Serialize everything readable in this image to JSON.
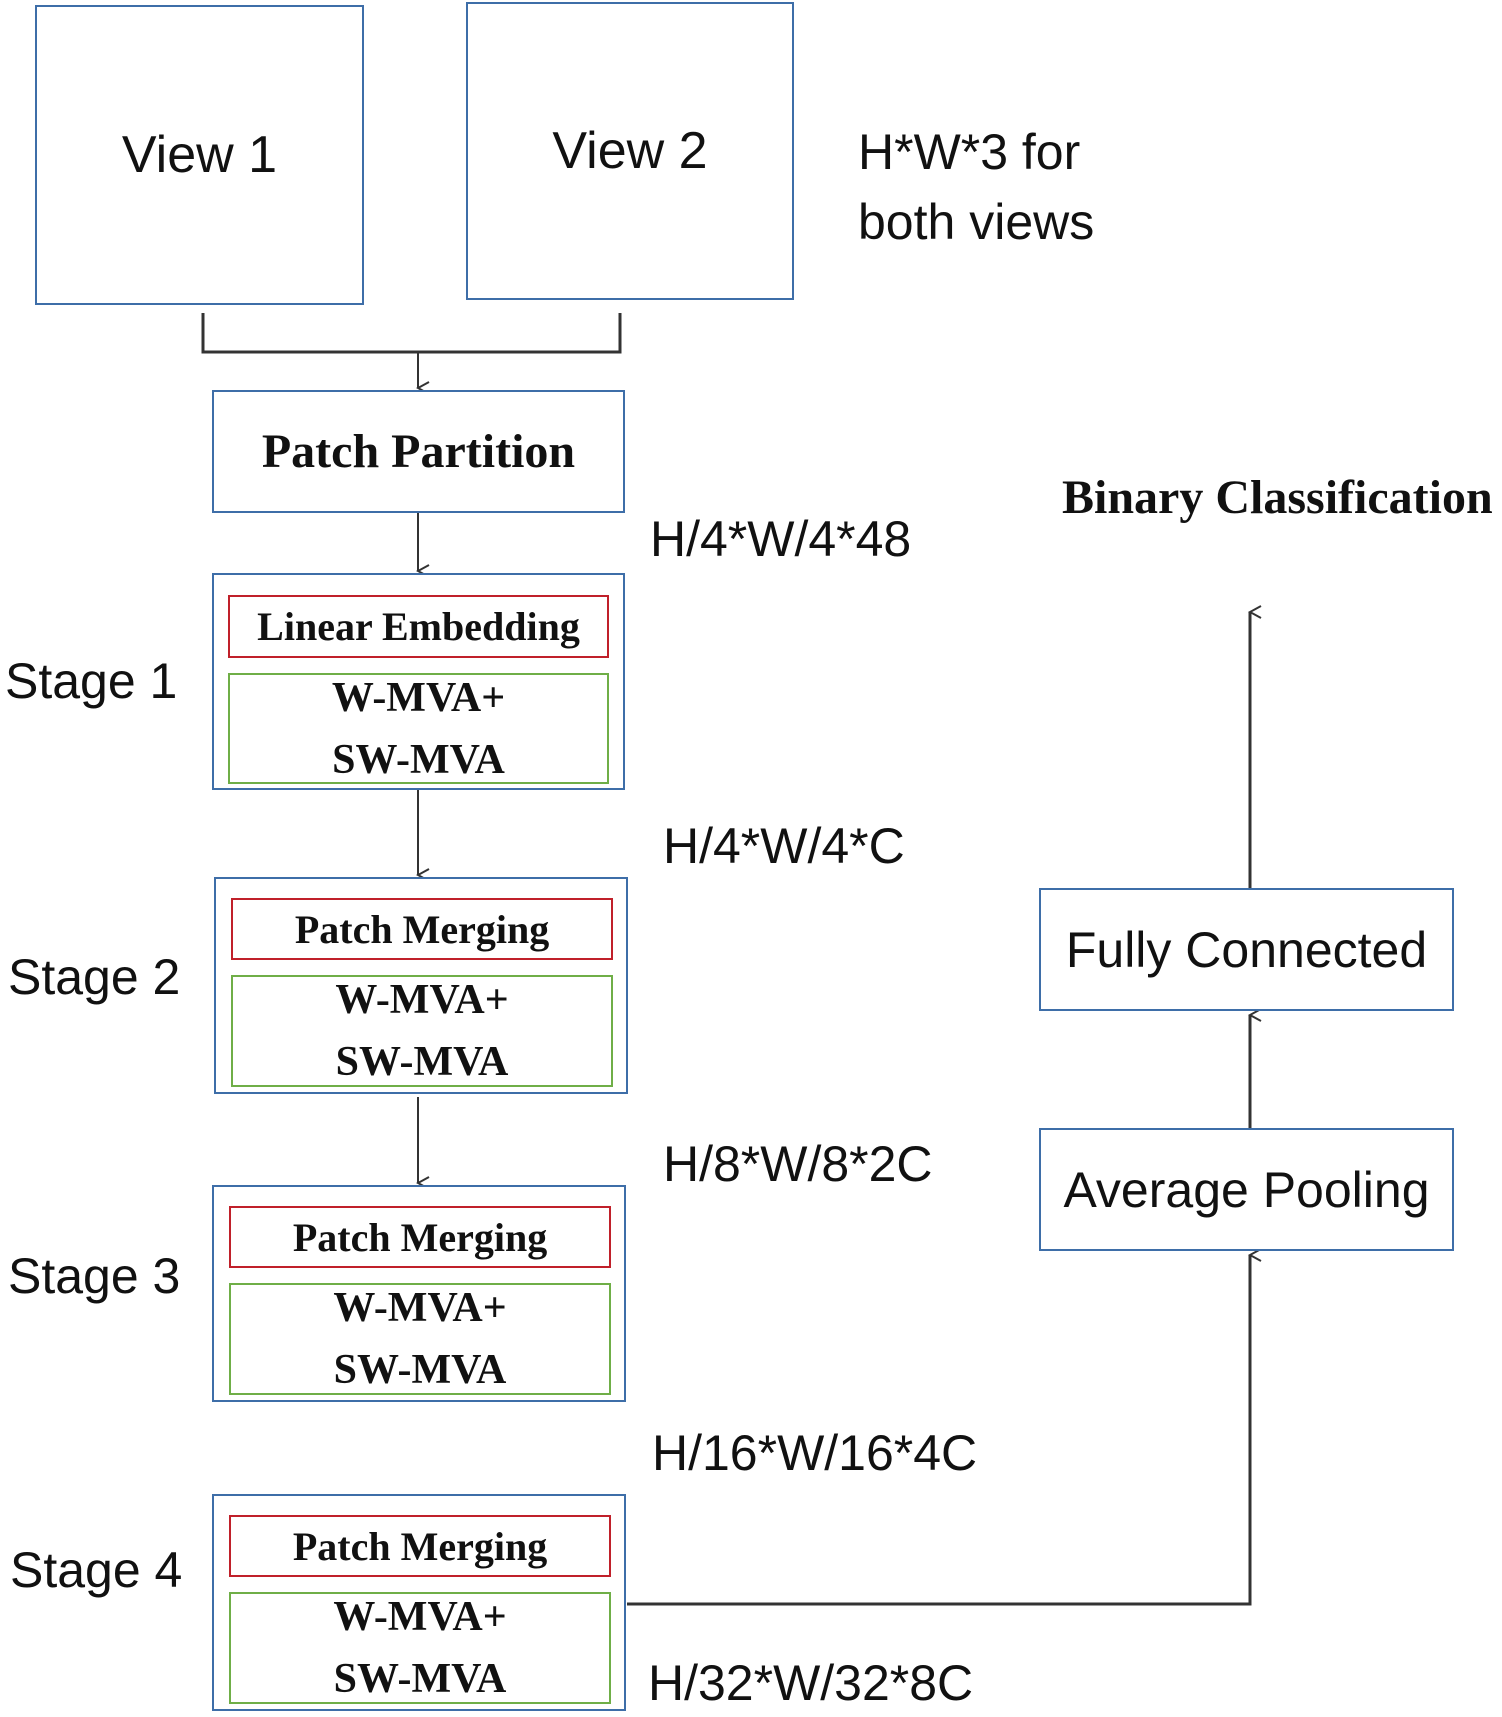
{
  "views": {
    "view1": "View 1",
    "view2": "View 2",
    "input_note_line1": "H*W*3 for",
    "input_note_line2": "both views"
  },
  "patch_partition": "Patch Partition",
  "stages": [
    {
      "label": "Stage 1",
      "top_block": "Linear Embedding",
      "attn_line1": "W-MVA+",
      "attn_line2": "SW-MVA"
    },
    {
      "label": "Stage 2",
      "top_block": "Patch Merging",
      "attn_line1": "W-MVA+",
      "attn_line2": "SW-MVA"
    },
    {
      "label": "Stage 3",
      "top_block": "Patch Merging",
      "attn_line1": "W-MVA+",
      "attn_line2": "SW-MVA"
    },
    {
      "label": "Stage 4",
      "top_block": "Patch Merging",
      "attn_line1": "W-MVA+",
      "attn_line2": "SW-MVA"
    }
  ],
  "dims": {
    "after_partition": "H/4*W/4*48",
    "after_stage1": "H/4*W/4*C",
    "after_stage2": "H/8*W/8*2C",
    "after_stage3": "H/16*W/16*4C",
    "after_stage4": "H/32*W/32*8C"
  },
  "head": {
    "average_pooling": "Average Pooling",
    "fully_connected": "Fully Connected",
    "output": "Binary Classification"
  },
  "colors": {
    "box_border": "#3e6ea8",
    "embedding_border": "#c0202a",
    "attention_border": "#6fae47",
    "arrow": "#333333"
  }
}
